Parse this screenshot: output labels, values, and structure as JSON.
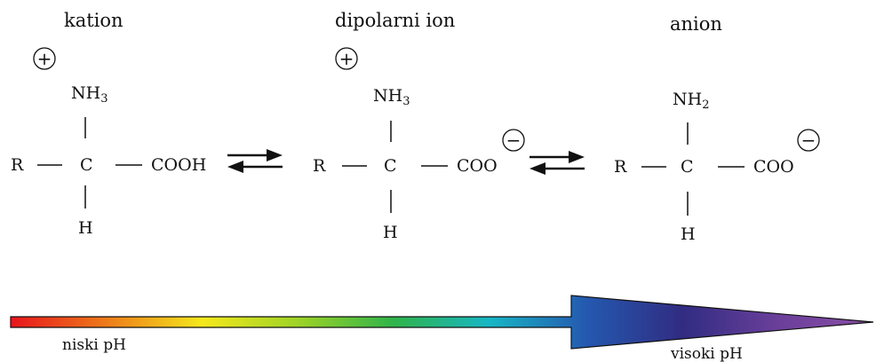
{
  "species": [
    {
      "label": "kation",
      "top": "NH",
      "top_sub": "3",
      "left": "R",
      "center": "C",
      "right": "COOH",
      "bottom": "H",
      "charges": {
        "plus": "+",
        "minus": ""
      }
    },
    {
      "label": "dipolarni ion",
      "top": "NH",
      "top_sub": "3",
      "left": "R",
      "center": "C",
      "right": "COO",
      "bottom": "H",
      "charges": {
        "plus": "+",
        "minus": "−"
      }
    },
    {
      "label": "anion",
      "top": "NH",
      "top_sub": "2",
      "left": "R",
      "center": "C",
      "right": "COO",
      "bottom": "H",
      "charges": {
        "plus": "",
        "minus": "−"
      }
    }
  ],
  "ph_scale": {
    "low_label": "niski pH",
    "high_label": "visoki pH",
    "colors": [
      "#e8141c",
      "#ee7b1a",
      "#f5e81c",
      "#9ed326",
      "#2fb44a",
      "#17b6c5",
      "#2459b0",
      "#302c82",
      "#6a3f9a",
      "#8b4fa6"
    ]
  }
}
